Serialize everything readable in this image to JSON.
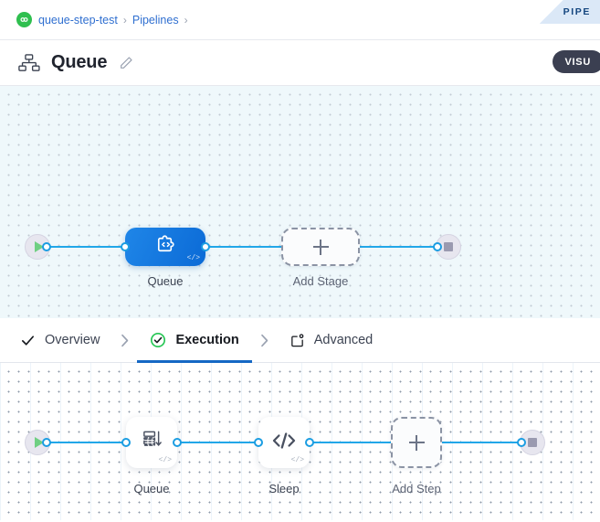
{
  "ribbon": {
    "label": "PIPE",
    "icon": "pipeline-ribbon"
  },
  "breadcrumb": {
    "project_icon": "project-circle-icon",
    "items": [
      {
        "label": "queue-step-test"
      },
      {
        "label": "Pipelines"
      }
    ],
    "separator": "›"
  },
  "header": {
    "icon": "pipeline-hierarchy-icon",
    "title": "Queue",
    "edit_icon": "pencil-icon",
    "visual_button": "VISU"
  },
  "stage_canvas": {
    "start_node": {
      "icon": "play-icon",
      "name": "start-node"
    },
    "nodes": [
      {
        "label": "Queue",
        "icon": "puzzle-code-icon",
        "badge": "</>",
        "type": "stage"
      },
      {
        "label": "Add Stage",
        "icon": "plus-icon",
        "type": "add"
      }
    ],
    "end_node": {
      "icon": "stop-icon",
      "name": "end-node"
    }
  },
  "tabs": [
    {
      "label": "Overview",
      "icon": "check-icon",
      "active": false
    },
    {
      "label": "Execution",
      "icon": "check-circle-icon",
      "active": true
    },
    {
      "label": "Advanced",
      "icon": "advanced-gear-icon",
      "active": false
    }
  ],
  "tab_separator": "›",
  "step_canvas": {
    "start_node": {
      "icon": "play-icon",
      "name": "start-node"
    },
    "nodes": [
      {
        "label": "Queue",
        "icon": "queue-stack-icon",
        "badge": "</>",
        "type": "step"
      },
      {
        "label": "Sleep",
        "icon": "code-icon",
        "badge": "</>",
        "type": "step"
      },
      {
        "label": "Add Step",
        "icon": "plus-icon",
        "type": "add"
      }
    ],
    "end_node": {
      "icon": "stop-icon",
      "name": "end-node"
    }
  },
  "colors": {
    "accent_blue": "#1668c4",
    "wire_blue": "#22a7e8",
    "node_blue": "#0b6ad6",
    "success_green": "#2fbf4f",
    "link_blue": "#2f6fd0",
    "canvas_tint": "#eff8fb"
  }
}
